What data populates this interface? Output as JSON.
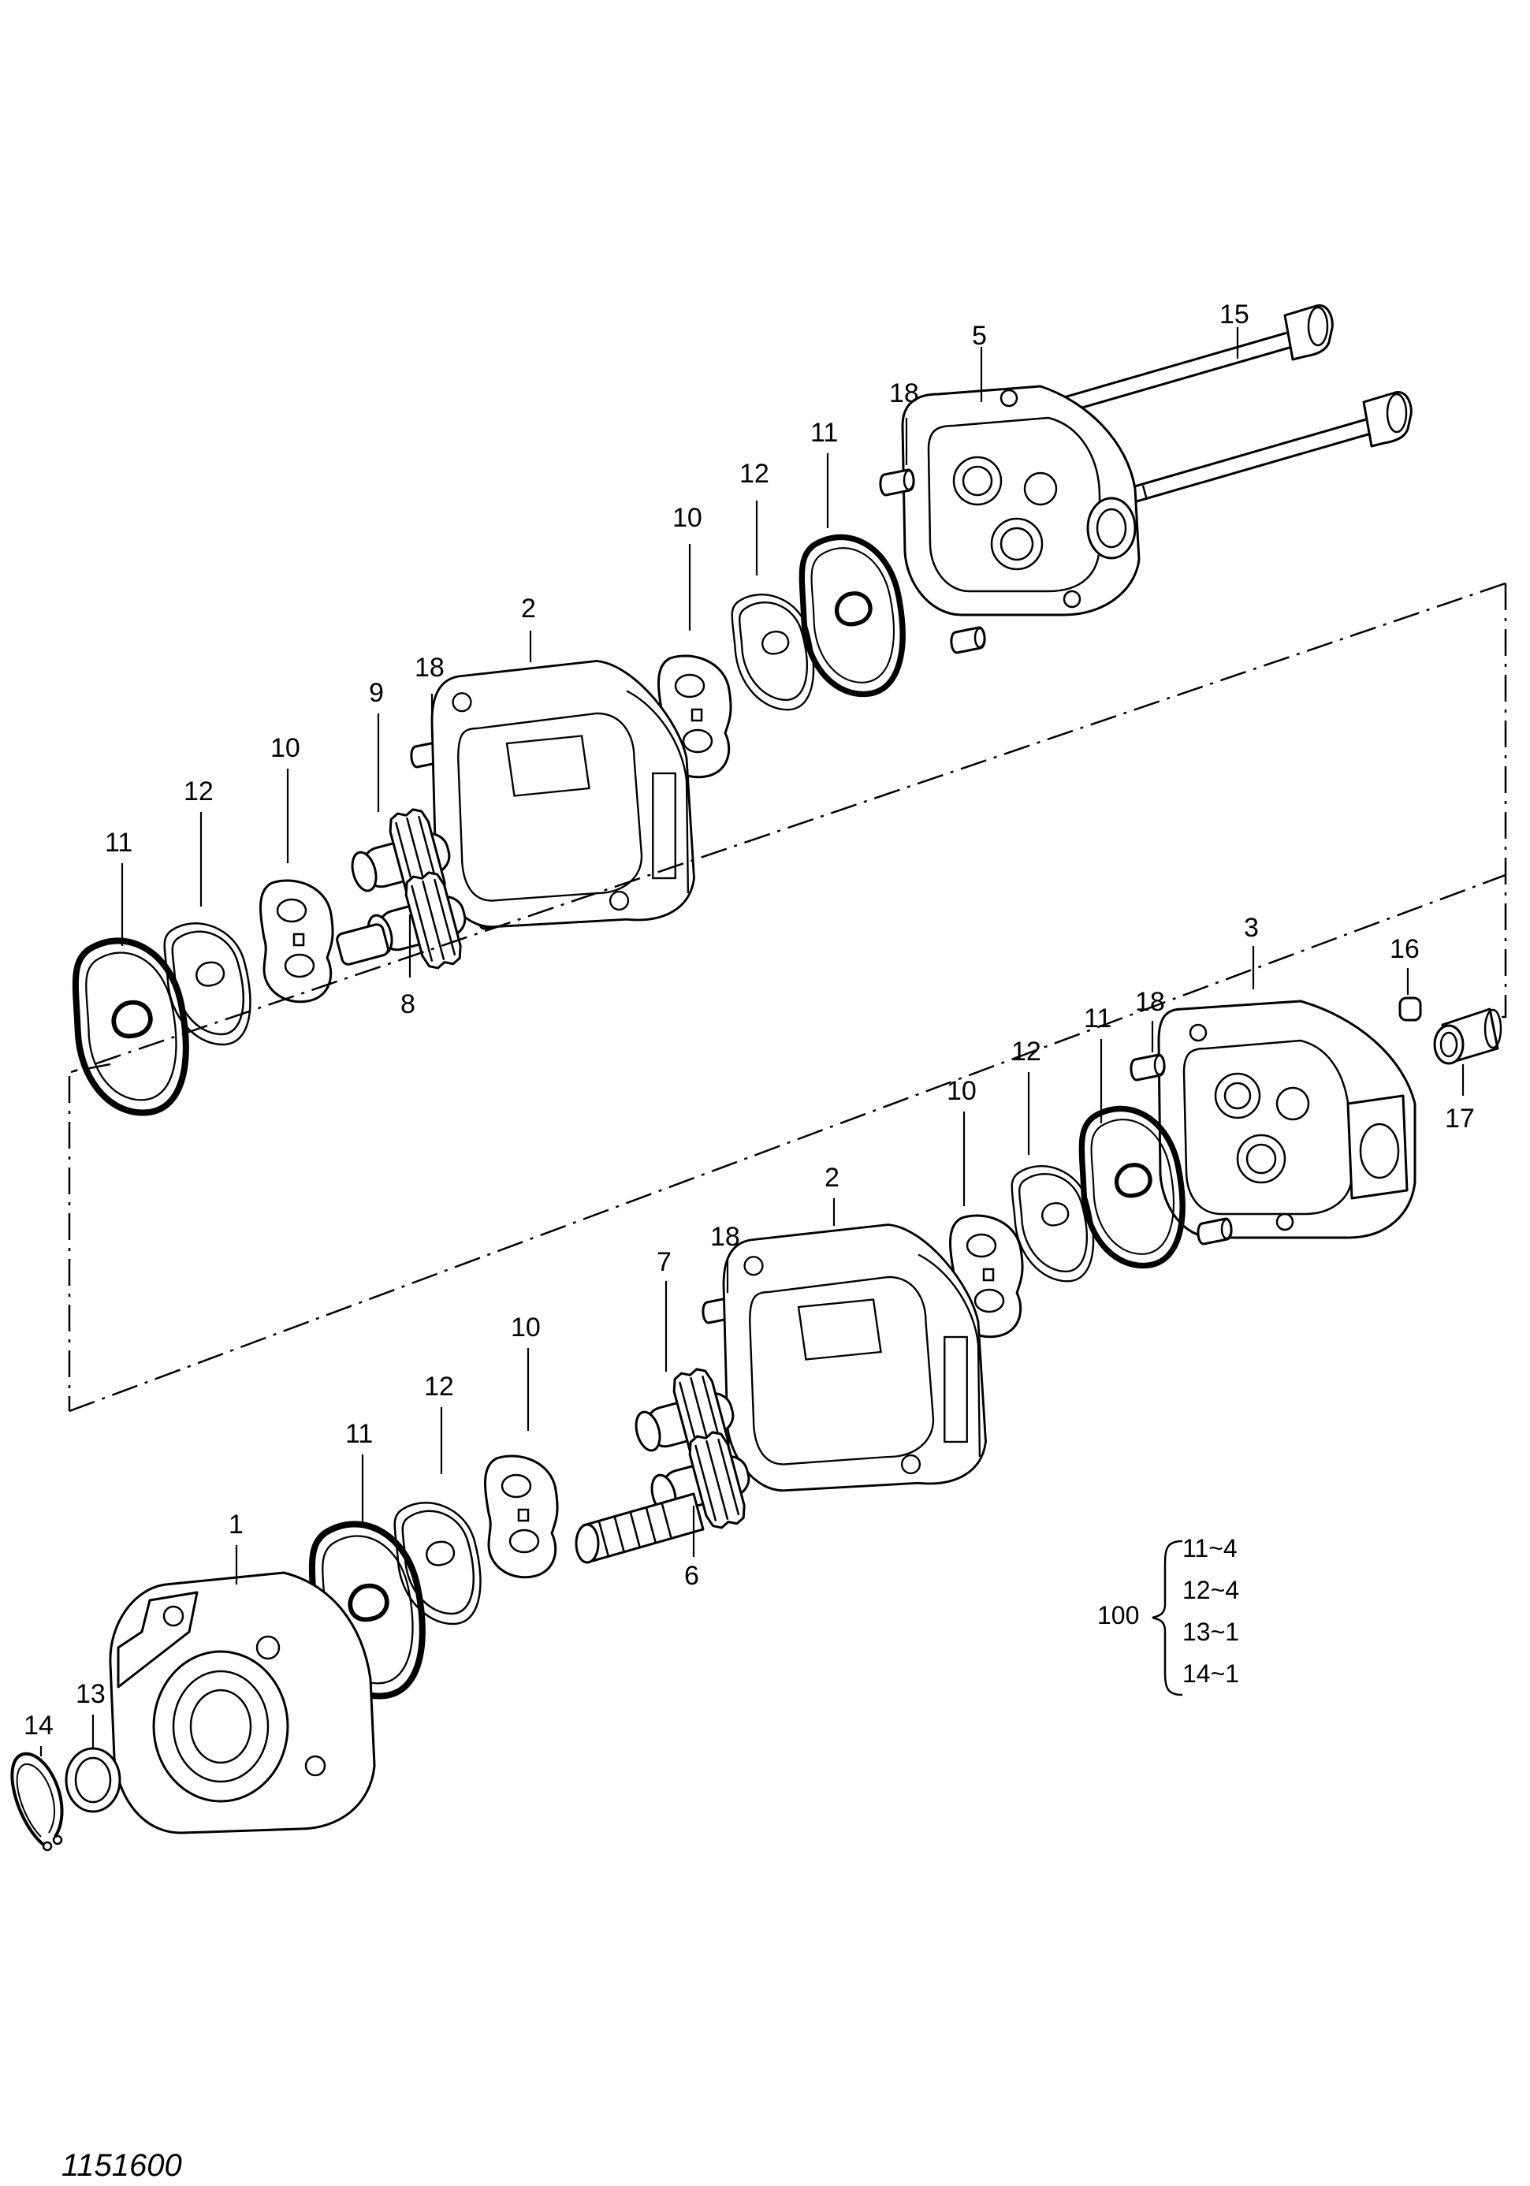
{
  "figure_number": "1151600",
  "labels": {
    "top_section": [
      "15",
      "5",
      "18",
      "11",
      "12",
      "10",
      "2",
      "18",
      "9",
      "10",
      "12",
      "11",
      "8"
    ],
    "bottom_section": [
      "3",
      "16",
      "17",
      "18",
      "11",
      "12",
      "10",
      "2",
      "18",
      "7",
      "10",
      "12",
      "11",
      "1",
      "6",
      "13",
      "14"
    ]
  },
  "kit": {
    "number": "100",
    "items": [
      "11~4",
      "12~4",
      "13~1",
      "14~1"
    ]
  }
}
